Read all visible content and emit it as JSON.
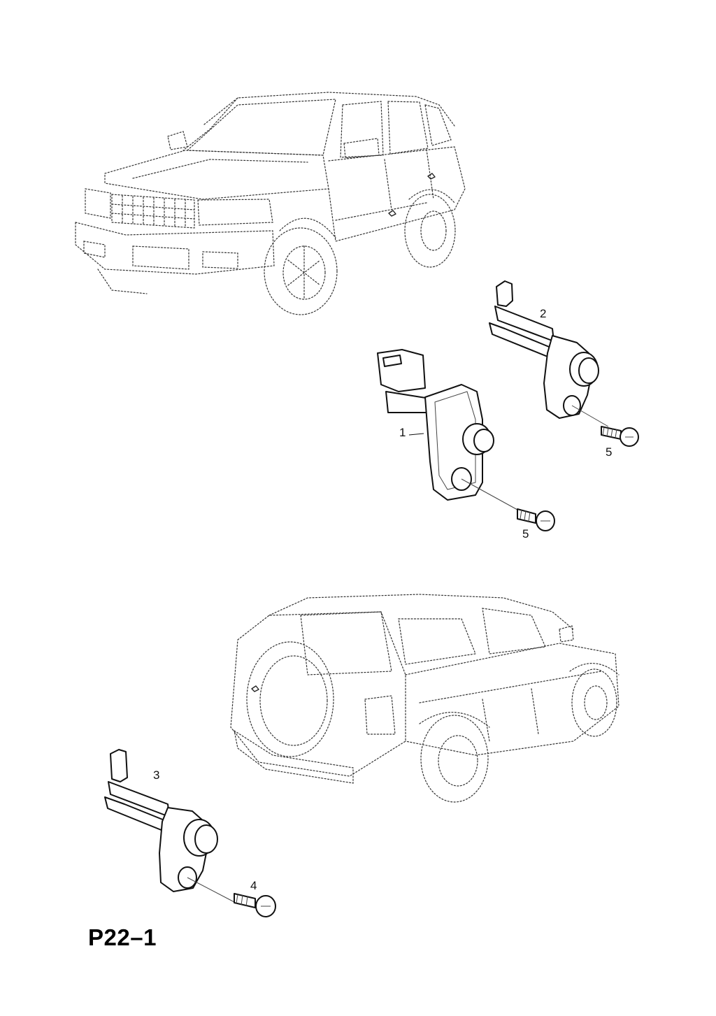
{
  "diagram": {
    "page_code": "P22–1",
    "callouts": [
      {
        "id": "c1",
        "text": "1"
      },
      {
        "id": "c2",
        "text": "2"
      },
      {
        "id": "c3",
        "text": "3"
      },
      {
        "id": "c4",
        "text": "4"
      },
      {
        "id": "c5a",
        "text": "5"
      },
      {
        "id": "c5b",
        "text": "5"
      }
    ]
  }
}
